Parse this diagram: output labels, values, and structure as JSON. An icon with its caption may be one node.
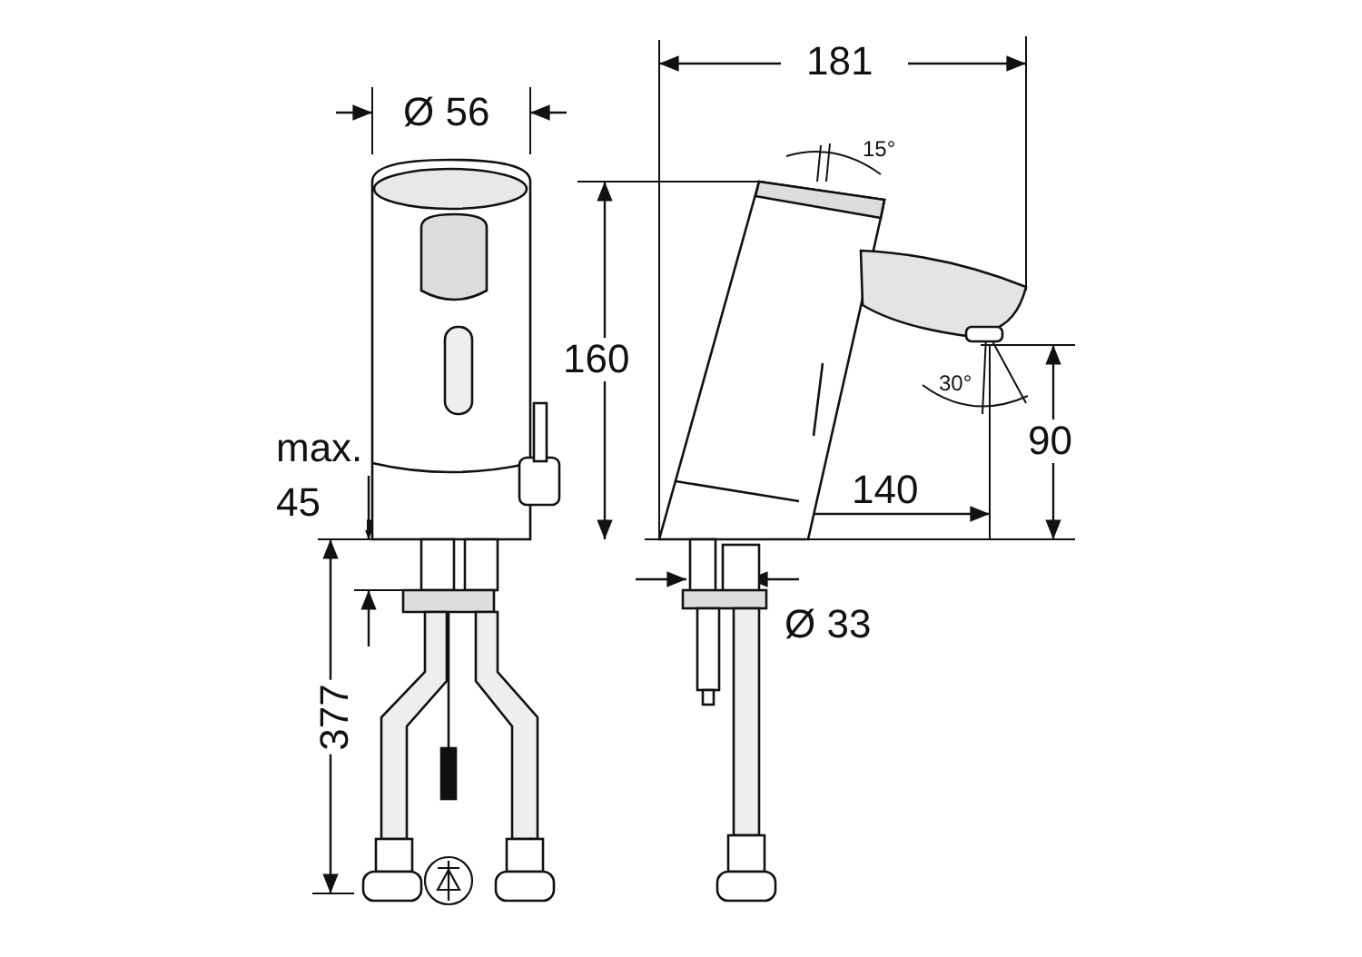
{
  "diagram": {
    "labels": [
      "Ø 56",
      "181",
      "15°",
      "160",
      "30°",
      "90",
      "max. 45",
      "140",
      "Ø 33",
      "377"
    ]
  }
}
